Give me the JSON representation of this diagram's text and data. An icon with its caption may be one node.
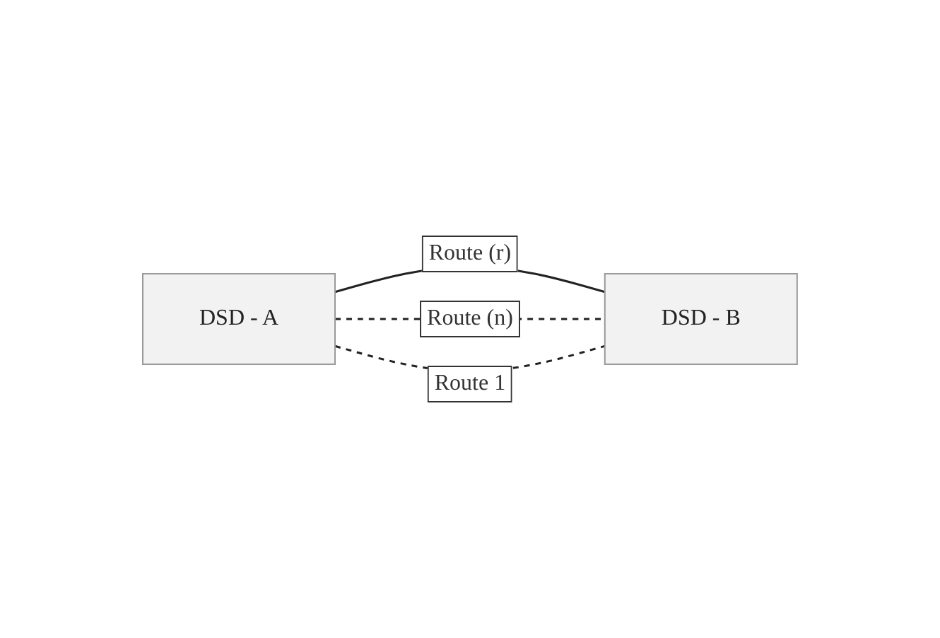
{
  "diagram": {
    "nodes": [
      {
        "text": [
          "DSD - A"
        ]
      },
      {
        "text": [
          "DSD - B"
        ]
      }
    ],
    "edges": [
      {
        "from": 0,
        "to": 1,
        "arrow": "none",
        "label": "Route (r)"
      },
      {
        "from": 0,
        "to": 1,
        "arrow": "none",
        "label": "Route (n)",
        "style": "dashed"
      },
      {
        "from": 0,
        "to": 1,
        "arrow": "none",
        "label": "Route 1",
        "style": "dashed"
      }
    ]
  }
}
